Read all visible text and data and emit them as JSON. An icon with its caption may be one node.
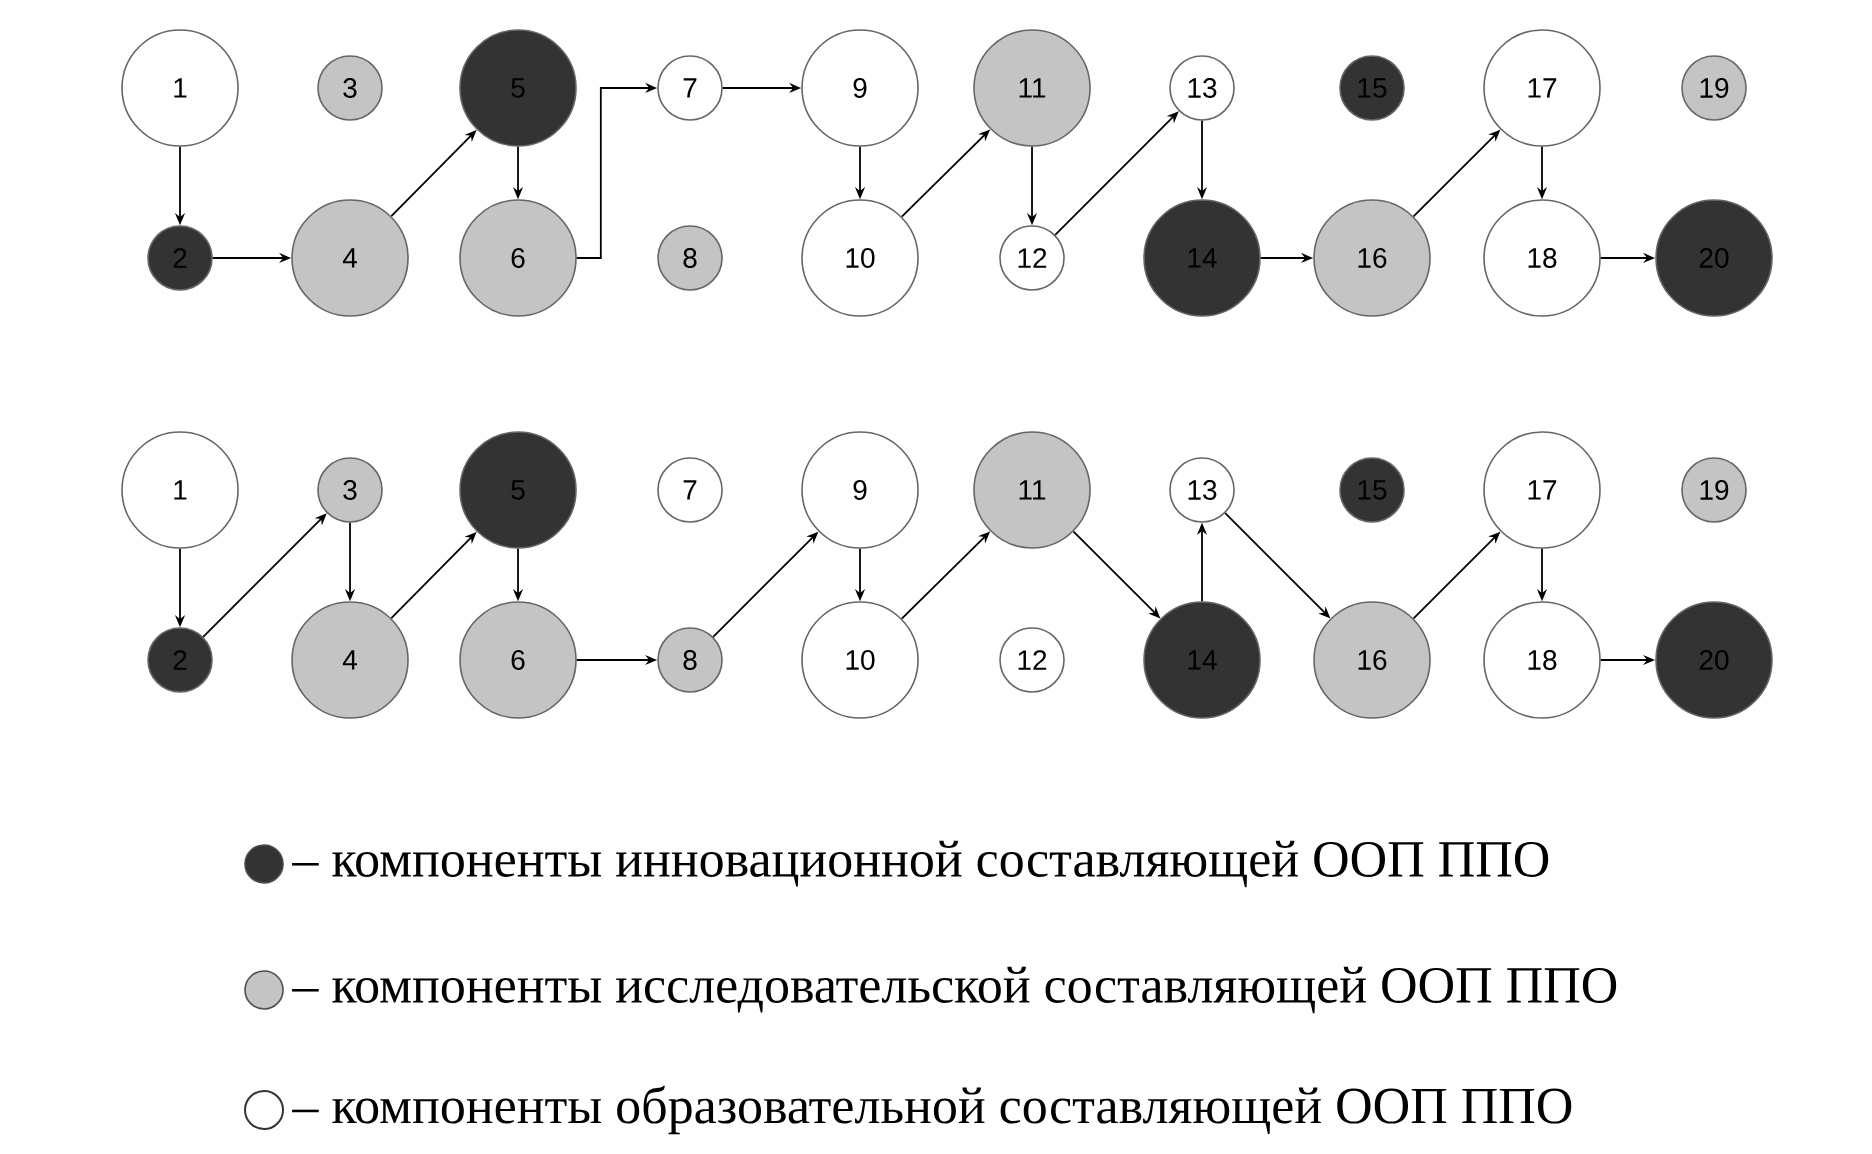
{
  "diagram": {
    "nodes": [
      {
        "text": [
          "1"
        ]
      },
      {
        "text": [
          "2"
        ]
      },
      {
        "text": [
          "3"
        ]
      },
      {
        "text": [
          "4"
        ]
      },
      {
        "text": [
          "5"
        ]
      },
      {
        "text": [
          "6"
        ]
      },
      {
        "text": [
          "7"
        ]
      },
      {
        "text": [
          "8"
        ]
      },
      {
        "text": [
          "9"
        ]
      },
      {
        "text": [
          "10"
        ]
      },
      {
        "text": [
          "11"
        ]
      },
      {
        "text": [
          "12"
        ]
      },
      {
        "text": [
          "13"
        ]
      },
      {
        "text": [
          "14"
        ]
      },
      {
        "text": [
          "15"
        ]
      },
      {
        "text": [
          "16"
        ]
      },
      {
        "text": [
          "17"
        ]
      },
      {
        "text": [
          "18"
        ]
      },
      {
        "text": [
          "19"
        ]
      },
      {
        "text": [
          "20"
        ]
      },
      {
        "text": [
          "1"
        ]
      },
      {
        "text": [
          "2"
        ]
      },
      {
        "text": [
          "3"
        ]
      },
      {
        "text": [
          "4"
        ]
      },
      {
        "text": [
          "5"
        ]
      },
      {
        "text": [
          "6"
        ]
      },
      {
        "text": [
          "7"
        ]
      },
      {
        "text": [
          "8"
        ]
      },
      {
        "text": [
          "9"
        ]
      },
      {
        "text": [
          "10"
        ]
      },
      {
        "text": [
          "11"
        ]
      },
      {
        "text": [
          "12"
        ]
      },
      {
        "text": [
          "13"
        ]
      },
      {
        "text": [
          "14"
        ]
      },
      {
        "text": [
          "15"
        ]
      },
      {
        "text": [
          "16"
        ]
      },
      {
        "text": [
          "17"
        ]
      },
      {
        "text": [
          "18"
        ]
      },
      {
        "text": [
          "19"
        ]
      },
      {
        "text": [
          "20"
        ]
      }
    ],
    "edges": [
      {
        "from": 0,
        "to": 1,
        "arrow": "to"
      },
      {
        "from": 1,
        "to": 3,
        "arrow": "to"
      },
      {
        "from": 3,
        "to": 4,
        "arrow": "to"
      },
      {
        "from": 4,
        "to": 5,
        "arrow": "to"
      },
      {
        "from": 5,
        "to": 6,
        "arrow": "to"
      },
      {
        "from": 6,
        "to": 8,
        "arrow": "to"
      },
      {
        "from": 8,
        "to": 9,
        "arrow": "to"
      },
      {
        "from": 9,
        "to": 10,
        "arrow": "to"
      },
      {
        "from": 10,
        "to": 11,
        "arrow": "to"
      },
      {
        "from": 11,
        "to": 12,
        "arrow": "to"
      },
      {
        "from": 12,
        "to": 13,
        "arrow": "to"
      },
      {
        "from": 13,
        "to": 15,
        "arrow": "to"
      },
      {
        "from": 15,
        "to": 16,
        "arrow": "to"
      },
      {
        "from": 16,
        "to": 17,
        "arrow": "to"
      },
      {
        "from": 17,
        "to": 19,
        "arrow": "to"
      },
      {
        "from": 20,
        "to": 21,
        "arrow": "to"
      },
      {
        "from": 21,
        "to": 22,
        "arrow": "to"
      },
      {
        "from": 22,
        "to": 23,
        "arrow": "to"
      },
      {
        "from": 23,
        "to": 24,
        "arrow": "to"
      },
      {
        "from": 24,
        "to": 25,
        "arrow": "to"
      },
      {
        "from": 25,
        "to": 27,
        "arrow": "to"
      },
      {
        "from": 27,
        "to": 28,
        "arrow": "to"
      },
      {
        "from": 28,
        "to": 29,
        "arrow": "to"
      },
      {
        "from": 29,
        "to": 30,
        "arrow": "to"
      },
      {
        "from": 30,
        "to": 33,
        "arrow": "to"
      },
      {
        "from": 33,
        "to": 32,
        "arrow": "to"
      },
      {
        "from": 32,
        "to": 35,
        "arrow": "to"
      },
      {
        "from": 35,
        "to": 36,
        "arrow": "to"
      },
      {
        "from": 36,
        "to": 37,
        "arrow": "to"
      },
      {
        "from": 37,
        "to": 39,
        "arrow": "to"
      }
    ],
    "legend": [
      {
        "text": "– компоненты инновационной составляющей ООП ППО",
        "color": "#333333"
      },
      {
        "text": "– компоненты исследовательской составляющей ООП ППО",
        "color": "#c4c4c4"
      },
      {
        "text": "– компоненты образовательной составляющей ООП ППО"
      }
    ]
  }
}
